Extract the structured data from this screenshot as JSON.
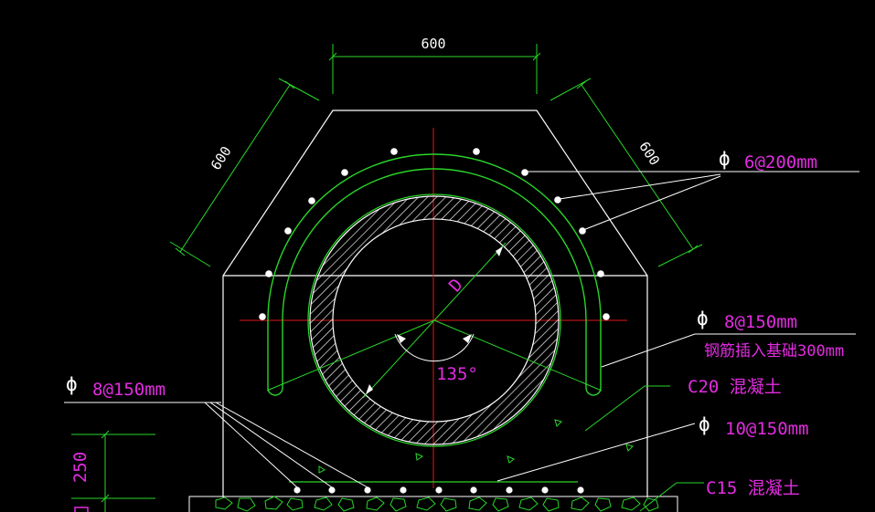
{
  "dimensions": {
    "top": "600",
    "left_slope": "600",
    "right_slope": "600",
    "left_vertical": "250",
    "diameter": "D",
    "angle": "135°"
  },
  "callouts": {
    "rebar_top": {
      "phi": "ϕ",
      "text": "6@200mm"
    },
    "rebar_right": {
      "phi": "ϕ",
      "text": "8@150mm"
    },
    "rebar_right_note": "钢筋插入基础300mm",
    "concrete_upper": "C20 混凝土",
    "rebar_bottom": {
      "phi": "ϕ",
      "text": "10@150mm"
    },
    "concrete_lower": "C15 混凝土",
    "rebar_left": {
      "phi": "ϕ",
      "text": "8@150mm"
    }
  },
  "colors": {
    "background": "#000000",
    "outline": "#ffffff",
    "dimension": "#29d629",
    "centerline": "#e01818",
    "label": "#e22ce0",
    "dots": "#ffffff"
  }
}
